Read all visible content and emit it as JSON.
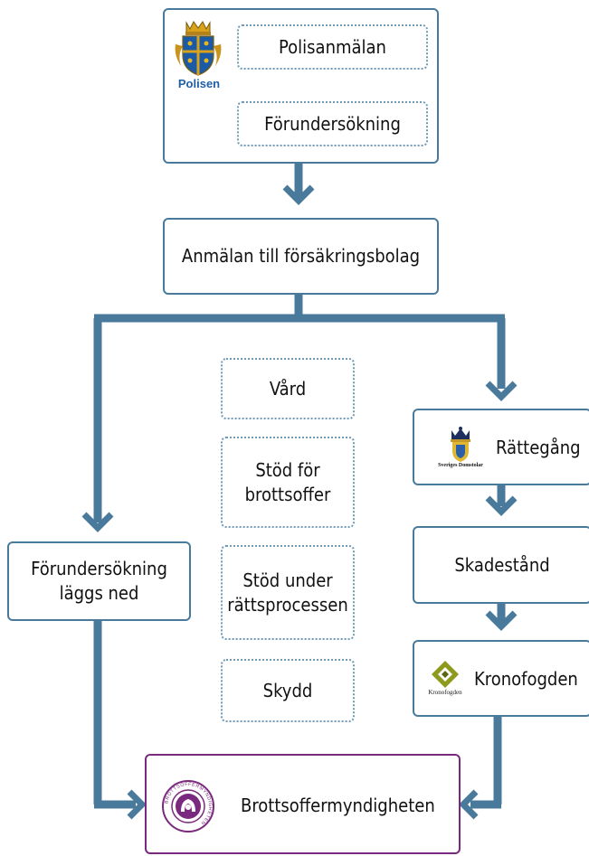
{
  "polisen": {
    "logo_text": "Polisen",
    "step1": "Polisanmälan",
    "step2": "Förundersökning"
  },
  "insurance": "Anmälan till försäkringsbolag",
  "middle": {
    "item1": "Vård",
    "item2_line1": "Stöd för",
    "item2_line2": "brottsoffer",
    "item3_line1": "Stöd under",
    "item3_line2": "rättsprocessen",
    "item4": "Skydd"
  },
  "left": {
    "line1": "Förundersökning",
    "line2": "läggs ned"
  },
  "right": {
    "court": "Rättegång",
    "court_logo_text": "Sveriges Domstolar",
    "damages": "Skadestånd",
    "enforcement": "Kronofogden",
    "enforcement_logo_text": "Kronofogden"
  },
  "final": {
    "label": "Brottsoffermyndigheten",
    "logo_ring_text": "BROTTSOFFERMYNDIGHETEN"
  },
  "colors": {
    "arrow": "#4a7a9b",
    "purple": "#7a2a7e",
    "police_blue": "#1e5fa8",
    "krono_green": "#8e9a1c"
  }
}
